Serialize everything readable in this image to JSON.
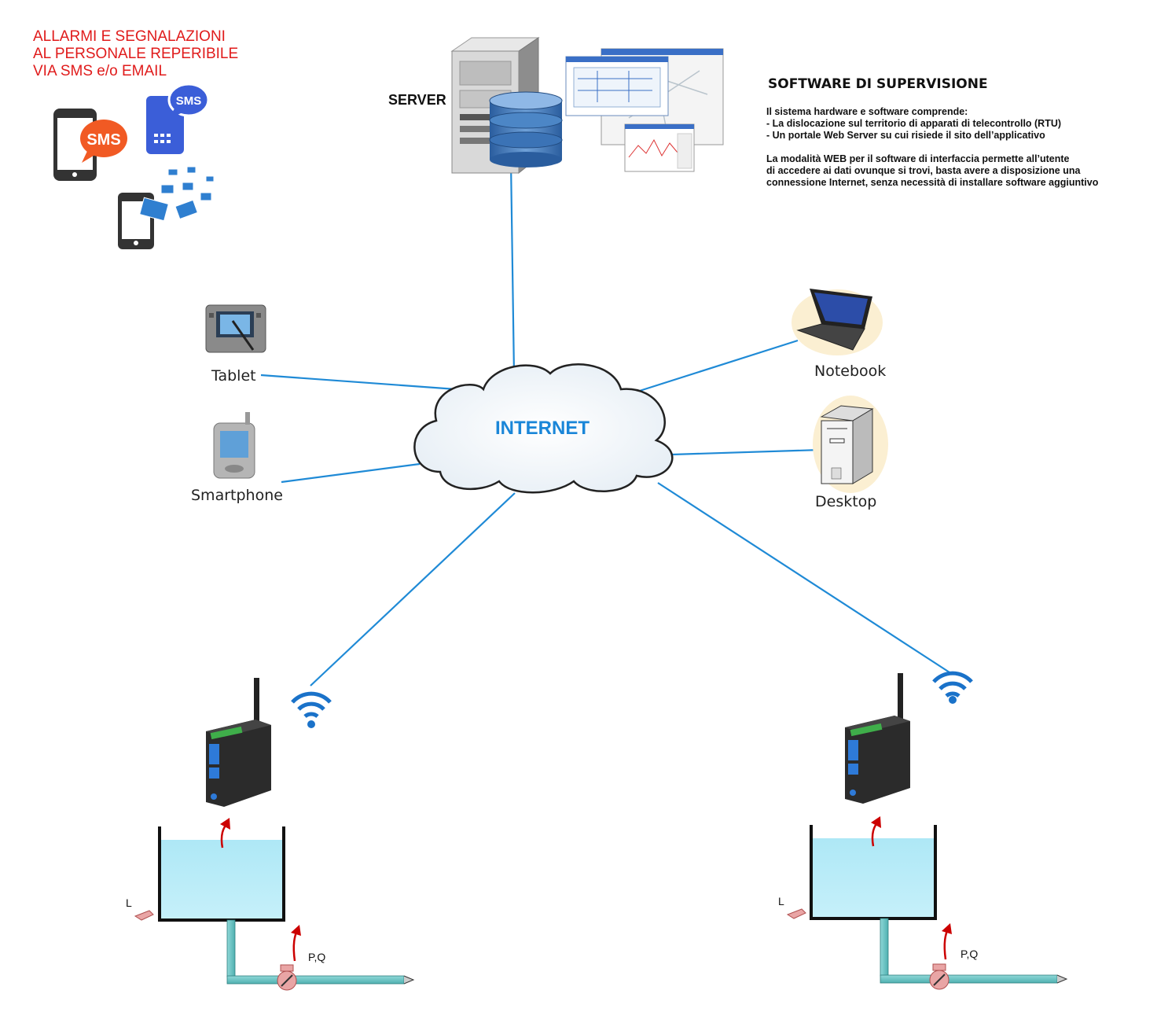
{
  "alerts": {
    "lines": [
      "ALLARMI E SEGNALAZIONI",
      "AL PERSONALE REPERIBILE",
      "VIA SMS e/o EMAIL"
    ],
    "sms_badge_1": "SMS",
    "sms_badge_2": "SMS",
    "color": "#e01b1b"
  },
  "server": {
    "label": "SERVER"
  },
  "software": {
    "title": "SOFTWARE DI SUPERVISIONE",
    "lines": [
      "Il sistema hardware e software comprende:",
      "- La dislocazione sul territorio di apparati di telecontrollo (RTU)",
      "- Un portale Web Server su cui risiede il sito dell’applicativo",
      "",
      "La modalità WEB per il software di interfaccia permette all’utente",
      "di accedere ai dati ovunque si trovi, basta avere a disposizione una",
      "connessione Internet, senza necessità di installare software aggiuntivo"
    ]
  },
  "network": {
    "cloud_label": "INTERNET",
    "link_color": "#1f8ad6",
    "devices": {
      "tablet": "Tablet",
      "smartphone": "Smartphone",
      "notebook": "Notebook",
      "desktop": "Desktop"
    }
  },
  "stations": [
    {
      "level_label": "L",
      "pressure_flow_label": "P,Q"
    },
    {
      "level_label": "L",
      "pressure_flow_label": "P,Q"
    }
  ]
}
